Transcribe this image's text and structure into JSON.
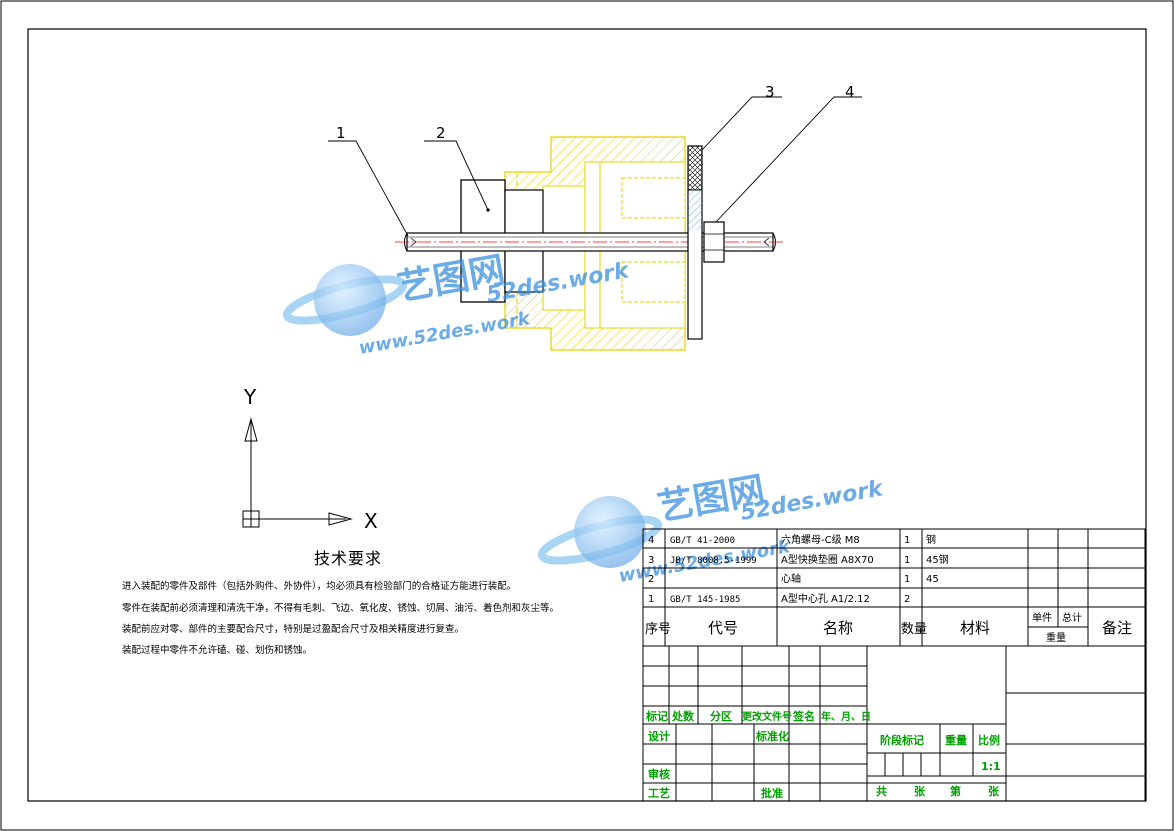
{
  "balloons": [
    "1",
    "2",
    "3",
    "4"
  ],
  "axes": {
    "y": "Y",
    "x": "X"
  },
  "tech": {
    "title": "技术要求",
    "lines": [
      "进入装配的零件及部件（包括外购件、外协件），均必须具有检验部门的合格证方能进行装配。",
      "零件在装配前必须清理和清洗干净，不得有毛刺、飞边、氧化皮、锈蚀、切屑、油污、着色剂和灰尘等。",
      "装配前应对零、部件的主要配合尺寸，特别是过盈配合尺寸及相关精度进行复查。",
      "装配过程中零件不允许磕、碰、划伤和锈蚀。"
    ]
  },
  "watermark": {
    "brand": "艺图网",
    "domain": "52des.work",
    "url": "www.52des.work"
  },
  "bom": {
    "rows": [
      {
        "no": "4",
        "code": "GB/T 41-2000",
        "name": "六角螺母-C级 M8",
        "qty": "1",
        "material": "钢"
      },
      {
        "no": "3",
        "code": "JB/T 8008.5-1999",
        "name": "A型快换垫圈 A8X70",
        "qty": "1",
        "material": "45钢"
      },
      {
        "no": "2",
        "code": "",
        "name": "心轴",
        "qty": "1",
        "material": "45"
      },
      {
        "no": "1",
        "code": "GB/T 145-1985",
        "name": "A型中心孔 A1/2.12",
        "qty": "2",
        "material": ""
      }
    ],
    "header": {
      "no": "序号",
      "code": "代号",
      "name": "名称",
      "qty": "数量",
      "material": "材料",
      "unit": "单件",
      "total": "总计",
      "weight": "重量",
      "remark": "备注"
    }
  },
  "titleblock": {
    "rev_headers": [
      "标记",
      "处数",
      "分区",
      "更改文件号",
      "签名",
      "年、月、日"
    ],
    "design": "设计",
    "standard": "标准化",
    "check": "审核",
    "process": "工艺",
    "approve": "批准",
    "stage": "阶段标记",
    "weight": "重量",
    "scale": "比例",
    "scale_value": "1:1",
    "sheets": [
      "共",
      "张",
      "第",
      "张"
    ]
  },
  "colors": {
    "line": "#000000",
    "section": "#e6d200",
    "hatch_blue": "#66b8e6",
    "center": "#ff0000",
    "label_green": "#00a000",
    "watermark_blue": "#3a8fe0"
  }
}
